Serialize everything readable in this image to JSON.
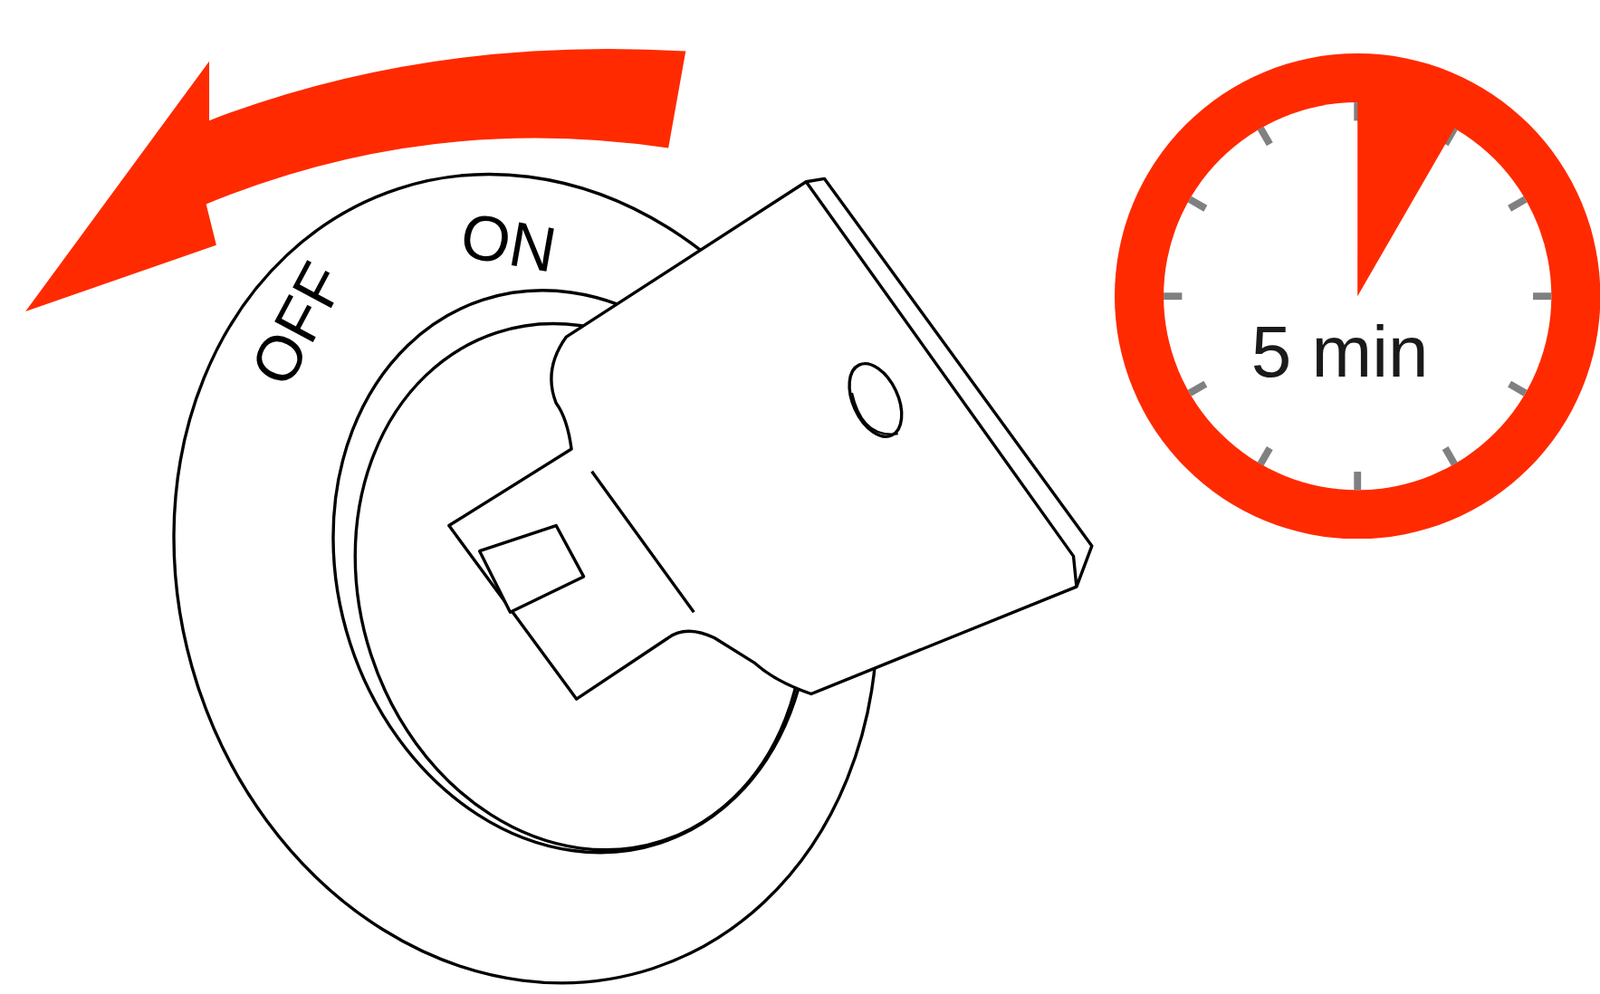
{
  "diagram": {
    "nodes": [
      {
        "text": [
          "5 min"
        ]
      }
    ],
    "labels": [
      "OFF",
      "ON"
    ]
  }
}
